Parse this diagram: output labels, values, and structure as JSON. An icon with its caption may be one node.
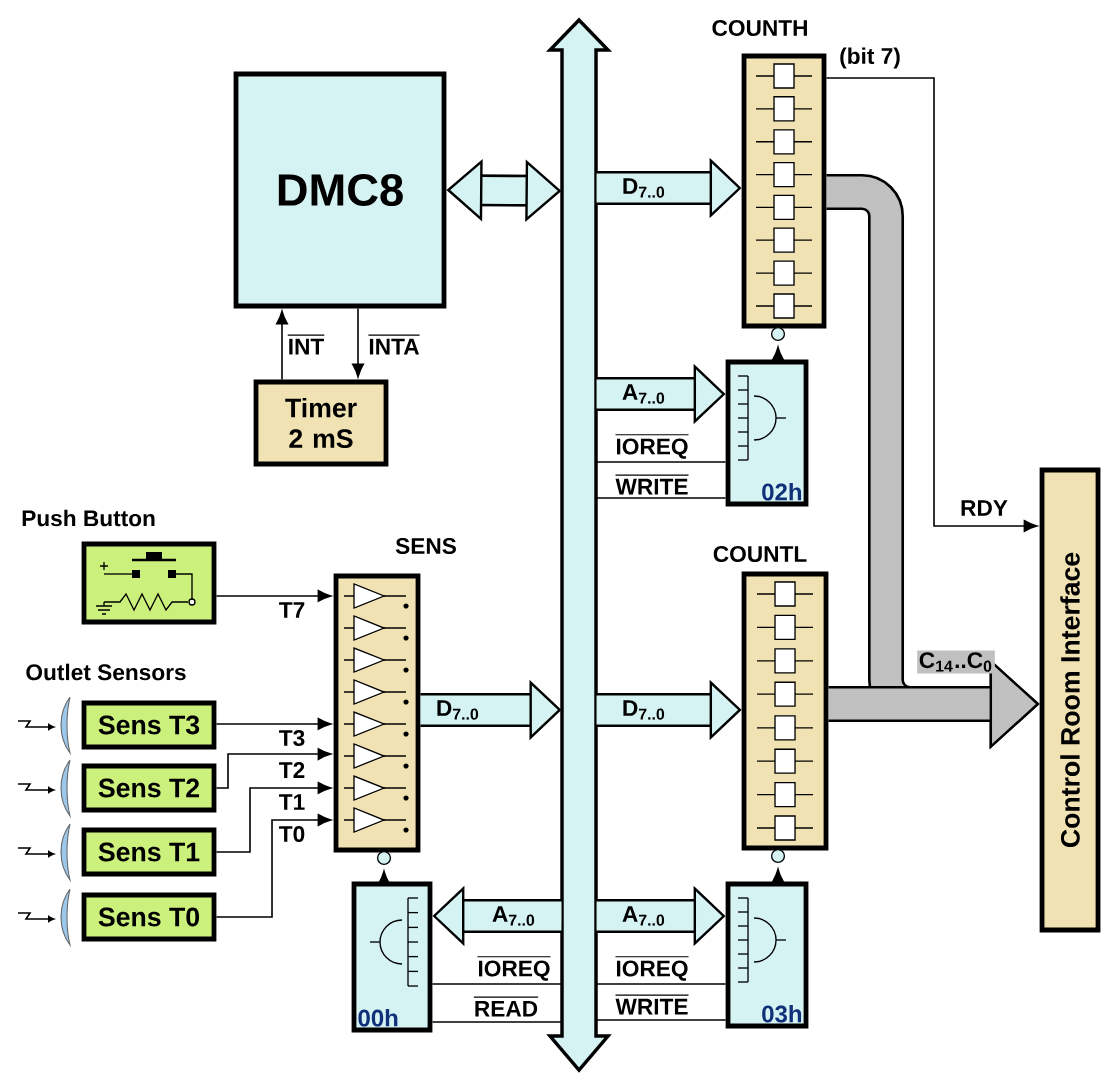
{
  "diagram": {
    "nodes": [
      {
        "text": [
          "DMC8"
        ]
      },
      {
        "text": [
          "Timer 2 mS"
        ]
      },
      {
        "text": [],
        "shape": "bar"
      },
      {
        "text": [
          "COUNTH"
        ]
      },
      {
        "text": [
          "02h"
        ]
      },
      {
        "text": [
          "COUNTL"
        ]
      },
      {
        "text": [
          "03h"
        ]
      },
      {
        "text": [
          "Push Button"
        ]
      },
      {
        "text": [
          "SENS"
        ]
      },
      {
        "text": [
          "Sens T3"
        ]
      },
      {
        "text": [
          "Sens T2"
        ]
      },
      {
        "text": [
          "Sens T1"
        ]
      },
      {
        "text": [
          "Sens T0"
        ]
      },
      {
        "text": [
          "00h"
        ]
      },
      {
        "text": [
          "Control Room Interface"
        ]
      }
    ],
    "edges": [
      {
        "from": 0,
        "to": 2,
        "arrow": "both",
        "style": "thick"
      },
      {
        "from": 1,
        "to": 0,
        "arrow": "to",
        "label": "INT"
      },
      {
        "from": 0,
        "to": 1,
        "arrow": "to",
        "label": "INTA"
      },
      {
        "from": 2,
        "to": 3,
        "arrow": "to",
        "label": "D$_{7..0}$",
        "style": "thick"
      },
      {
        "from": 2,
        "to": 4,
        "arrow": "to",
        "label": "A$_{7..0}$",
        "style": "thick"
      },
      {
        "from": 2,
        "to": 4,
        "arrow": "none",
        "label": "IOREQ"
      },
      {
        "from": 2,
        "to": 4,
        "arrow": "none",
        "label": "WRITE"
      },
      {
        "from": 4,
        "to": 3,
        "arrow": "to"
      },
      {
        "from": 3,
        "to": 14,
        "arrow": "to",
        "label": "(bit 7)"
      },
      {
        "from": 3,
        "to": 14,
        "arrow": "to",
        "label": "C$_{14}$..C$_{0}$",
        "style": "thick"
      },
      {
        "from": 5,
        "to": 14,
        "arrow": "to",
        "style": "thick"
      },
      {
        "from": 2,
        "to": 5,
        "arrow": "to",
        "label": "D$_{7..0}$",
        "style": "thick"
      },
      {
        "from": 2,
        "to": 6,
        "arrow": "to",
        "label": "A$_{7..0}$",
        "style": "thick"
      },
      {
        "from": 2,
        "to": 6,
        "arrow": "none",
        "label": "IOREQ"
      },
      {
        "from": 2,
        "to": 6,
        "arrow": "none",
        "label": "WRITE"
      },
      {
        "from": 6,
        "to": 5,
        "arrow": "to"
      },
      {
        "from": 7,
        "to": 8,
        "arrow": "to",
        "label": "T7"
      },
      {
        "from": 9,
        "to": 8,
        "arrow": "to",
        "label": "T3"
      },
      {
        "from": 10,
        "to": 8,
        "arrow": "to",
        "label": "T2"
      },
      {
        "from": 11,
        "to": 8,
        "arrow": "to",
        "label": "T1"
      },
      {
        "from": 12,
        "to": 8,
        "arrow": "to",
        "label": "T0"
      },
      {
        "from": 8,
        "to": 2,
        "arrow": "to",
        "label": "D$_{7..0}$",
        "style": "thick"
      },
      {
        "from": 2,
        "to": 13,
        "arrow": "to",
        "label": "A$_{7..0}$",
        "style": "thick"
      },
      {
        "from": 2,
        "to": 13,
        "arrow": "none",
        "label": "IOREQ"
      },
      {
        "from": 2,
        "to": 13,
        "arrow": "none",
        "label": "READ"
      },
      {
        "from": 13,
        "to": 8,
        "arrow": "to"
      }
    ],
    "labels": [
      "Outlet Sensors",
      "RDY"
    ]
  }
}
